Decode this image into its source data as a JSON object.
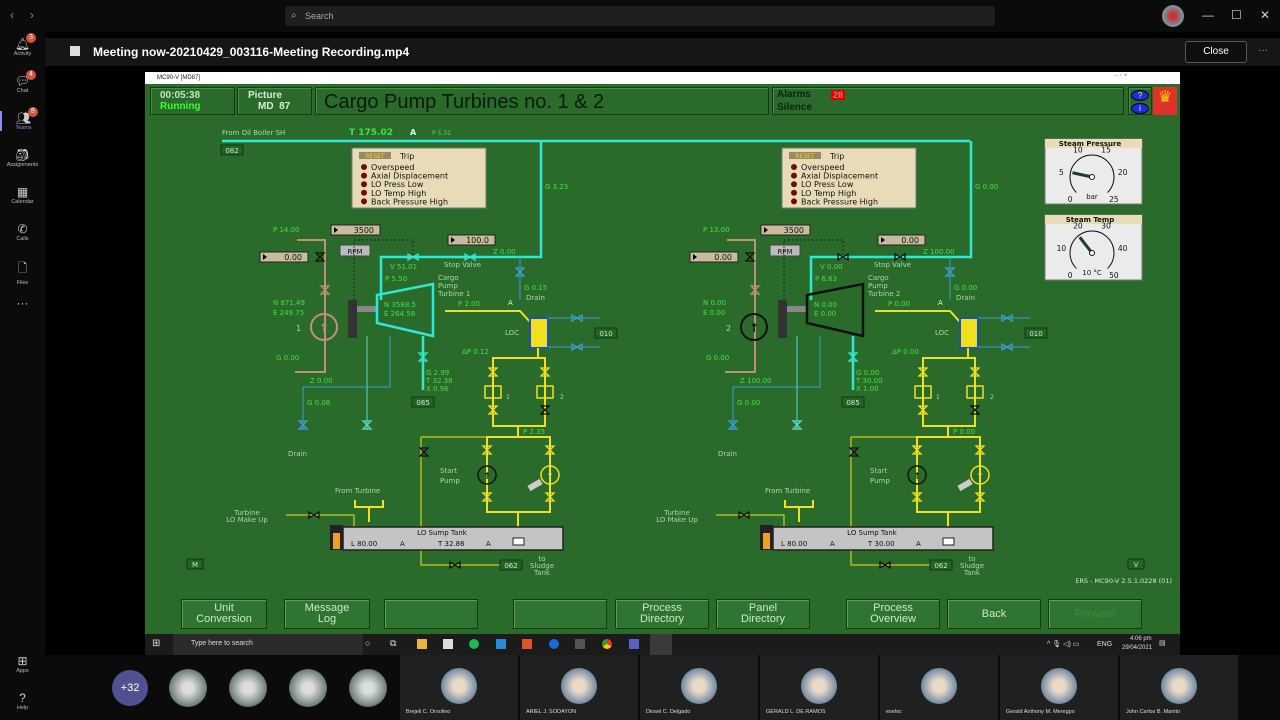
{
  "teams": {
    "search_placeholder": "Search",
    "rail": [
      {
        "label": "Activity",
        "icon": "bell-icon",
        "badge": "3"
      },
      {
        "label": "Chat",
        "icon": "chat-icon",
        "badge": "4"
      },
      {
        "label": "Teams",
        "icon": "teams-icon",
        "badge": "8"
      },
      {
        "label": "Assignments",
        "icon": "backpack-icon",
        "badge": ""
      },
      {
        "label": "Calendar",
        "icon": "calendar-icon",
        "badge": ""
      },
      {
        "label": "Calls",
        "icon": "phone-icon",
        "badge": ""
      },
      {
        "label": "Files",
        "icon": "file-icon",
        "badge": ""
      },
      {
        "label": "...",
        "icon": "more-icon",
        "badge": ""
      }
    ],
    "rail_bottom": [
      {
        "label": "Apps"
      },
      {
        "label": "Help"
      }
    ],
    "meeting_title": "Meeting now-20210429_003116-Meeting Recording.mp4",
    "close_label": "Close",
    "more_label": "···",
    "overflow_count": "+32",
    "participants": [
      "Brejeli C. Orsolino",
      "ARIEL J. SODAYON",
      "Diosel C. Delgado",
      "GERALD L. DE RAMOS",
      "eseloc",
      "Gerald Anthony M. Meregpo",
      "John Carlos B. Manito"
    ]
  },
  "app": {
    "window_title": "MC90-V [MD87]",
    "time": "00:05:38",
    "status": "Running",
    "picture_label": "Picture",
    "picture_id": "MD  87",
    "title": "Cargo Pump Turbines no. 1 & 2",
    "alarms_label": "Alarms",
    "alarms_count": "28",
    "silence_label": "Silence",
    "alarm_color": "#e01010",
    "version": "ERS - MC90-V 2.5.1.0228 (01)",
    "steam_source": "From Oil Boiler SH",
    "steam_T": "T 175.02",
    "steam_T_mode": "A",
    "steam_P": "P 5.31",
    "box_082": "082",
    "m_box": "M",
    "v_box": "V",
    "buttons": [
      "Unit\nConversion",
      "Message\nLog",
      "",
      "",
      "Process\nDirectory",
      "Panel\nDirectory",
      "Process\nOverview",
      "Back",
      "Forward"
    ],
    "gauges": [
      {
        "title": "Steam Pressure",
        "unit": "bar",
        "ticks": [
          "0",
          "5",
          "10",
          "15",
          "20",
          "25"
        ],
        "min": 0,
        "max": 25,
        "value": 5.3
      },
      {
        "title": "Steam Temp",
        "unit": "10 °C",
        "ticks": [
          "0",
          "10",
          "20",
          "30",
          "40",
          "50"
        ],
        "min": 0,
        "max": 50,
        "value": 18
      }
    ],
    "trip": {
      "reset": "RESET",
      "title": "Trip",
      "items": [
        "Overspeed",
        "Axial Displacement",
        "LO Press Low",
        "LO Temp High",
        "Back Pressure High"
      ]
    },
    "units": [
      {
        "running": true,
        "labels": {
          "setpoint": "3500",
          "rpm": "RPM",
          "pump_sp": "0.00",
          "valve_sp": "100.0",
          "P_pump": "P 14.00",
          "N_pump": "N 871.49",
          "E_pump": "E 249.75",
          "num": "1",
          "G_pump": "G 0.00",
          "V": "V 51.01",
          "P_in": "P 5.50",
          "stop": "Stop Valve",
          "Z": "Z 0.00",
          "G_top": "G 3.23",
          "G_drain": "G 0.15",
          "drain": "Drain",
          "name1": "Cargo",
          "name2": "Pump",
          "name3": "Turbine 1",
          "N_t": "N 3588.5",
          "E_t": "E 264.58",
          "P_oil": "P 2.00",
          "A": "A",
          "LOC": "LOC",
          "b010": "010",
          "dP": "ΔP 0.12",
          "f1": "1",
          "f2": "2",
          "P_pump_out": "P 2.35",
          "Z_ex": "Z 0.00",
          "G_ex": "G 0.08",
          "drain2": "Drain",
          "G_c": "G 2.99",
          "T_c": "T 32.38",
          "X_c": "X 0.96",
          "b085": "085",
          "start1": "Start",
          "start2": "Pump",
          "from_t": "From Turbine",
          "mk1": "Turbine",
          "mk2": "LO Make Up",
          "tank": "LO Sump Tank",
          "L": "L 80.00",
          "LA": "A",
          "T": "T 32.86",
          "TA": "A",
          "b062": "062",
          "sl1": "to",
          "sl2": "Sludge",
          "sl3": "Tank"
        }
      },
      {
        "running": false,
        "labels": {
          "setpoint": "3500",
          "rpm": "RPM",
          "pump_sp": "0.00",
          "valve_sp": "0.00",
          "P_pump": "P 13.00",
          "N_pump": "N 0.00",
          "E_pump": "E 0.00",
          "num": "2",
          "G_pump": "G 0.00",
          "V": "V 0.00",
          "P_in": "P 6.63",
          "stop": "Stop Valve",
          "Z": "Z 100.00",
          "G_top": "G 0.00",
          "G_drain": "G 0.00",
          "drain": "Drain",
          "name1": "Cargo",
          "name2": "Pump",
          "name3": "Turbine 2",
          "N_t": "N 0.00",
          "E_t": "E 0.00",
          "P_oil": "P 0.00",
          "A": "A",
          "LOC": "LOC",
          "b010": "010",
          "dP": "ΔP 0.00",
          "f1": "1",
          "f2": "2",
          "P_pump_out": "P 0.00",
          "Z_ex": "Z 100.00",
          "G_ex": "G 0.00",
          "drain2": "Drain",
          "G_c": "G 0.00",
          "T_c": "T 30.00",
          "X_c": "X 1.00",
          "b085": "085",
          "start1": "Start",
          "start2": "Pump",
          "from_t": "From Turbine",
          "mk1": "Turbine",
          "mk2": "LO Make Up",
          "tank": "LO Sump Tank",
          "L": "L 80.00",
          "LA": "A",
          "T": "T 30.00",
          "TA": "A",
          "b062": "062",
          "sl1": "to",
          "sl2": "Sludge",
          "sl3": "Tank"
        }
      }
    ]
  },
  "taskbar": {
    "search_placeholder": "Type here to search",
    "lang": "ENG",
    "time": "4:06 pm",
    "date": "29/04/2021"
  }
}
